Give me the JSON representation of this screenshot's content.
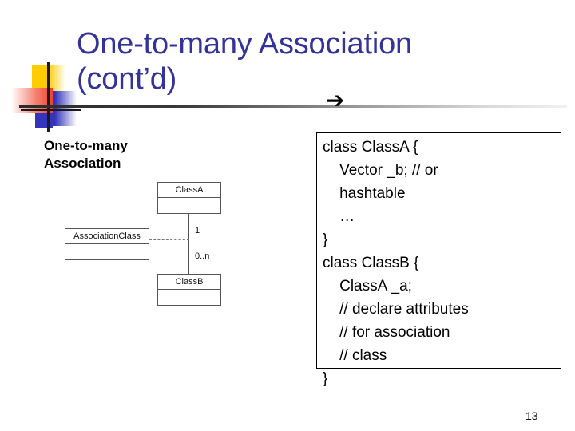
{
  "slide": {
    "title": "One-to-many Association\n(cont’d)",
    "title_color": "#333399",
    "page_number": "13",
    "arrow_glyph": "➔"
  },
  "caption": {
    "text": "One-to-many\nAssociation"
  },
  "uml": {
    "class_a": {
      "name": "ClassA"
    },
    "class_b": {
      "name": "ClassB"
    },
    "association_class": {
      "name": "AssociationClass"
    },
    "multiplicity_top": "1",
    "multiplicity_bottom": "0..n"
  },
  "code": {
    "text": "class ClassA {\n    Vector _b; // or\n    hashtable\n    …\n}\nclass ClassB {\n    ClassA _a;\n    // declare attributes\n    // for association\n    // class\n}"
  },
  "logo": {
    "yellow": "#FFCC00",
    "red": "#F04030",
    "blue": "#3333BB",
    "crosshair": "#1a1a1a"
  }
}
